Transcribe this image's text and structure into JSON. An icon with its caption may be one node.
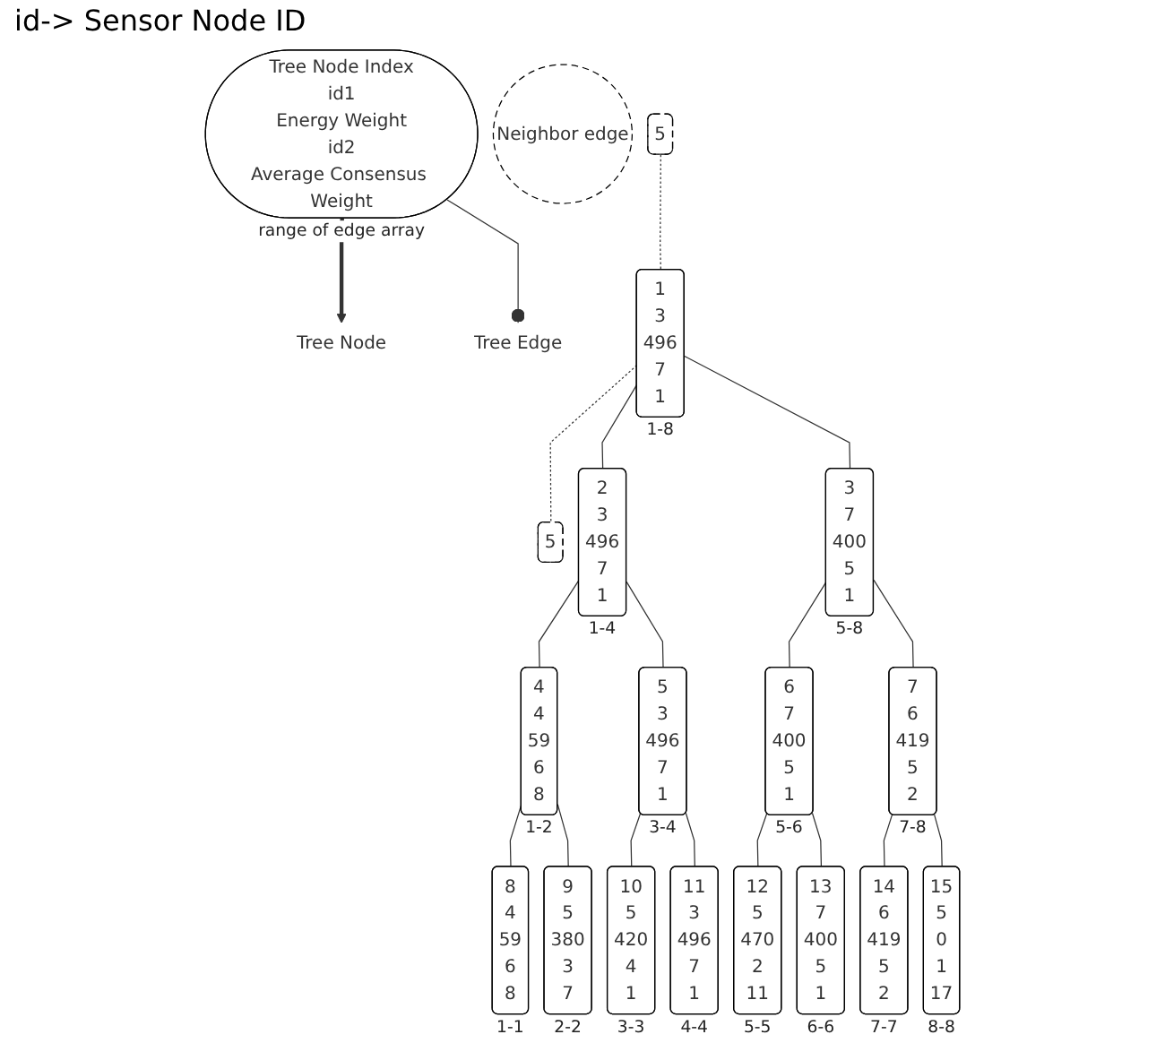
{
  "diagram": {
    "nodes": [
      {
        "text": [
          "Tree Node Index",
          "id1",
          "Energy Weight",
          "id2",
          "Average Consensus Weight"
        ],
        "beside": [
          "range of edge array"
        ]
      },
      {
        "text": [
          "Tree Node"
        ]
      },
      {
        "text": [
          "Neighbor edge"
        ]
      },
      {
        "text": [
          "Tree Edge"
        ]
      },
      {
        "text": [
          "5"
        ]
      },
      {
        "text": [
          "1",
          "3",
          "496",
          "7",
          "1"
        ],
        "beside": [
          "1-8"
        ]
      },
      {
        "text": [
          "5"
        ]
      },
      {
        "text": [
          "2",
          "3",
          "496",
          "7",
          "1"
        ],
        "beside": [
          "1-4"
        ]
      },
      {
        "text": [
          "3",
          "7",
          "400",
          "5",
          "1"
        ],
        "beside": [
          "5-8"
        ]
      },
      {
        "text": [
          "4",
          "4",
          "59",
          "6",
          "8"
        ],
        "beside": [
          "1-2"
        ]
      },
      {
        "text": [
          "5",
          "3",
          "496",
          "7",
          "1"
        ],
        "beside": [
          "3-4"
        ]
      },
      {
        "text": [
          "6",
          "7",
          "400",
          "5",
          "1"
        ],
        "beside": [
          "5-6"
        ]
      },
      {
        "text": [
          "7",
          "6",
          "419",
          "5",
          "2"
        ],
        "beside": [
          "7-8"
        ]
      },
      {
        "text": [
          "8",
          "4",
          "59",
          "6",
          "8"
        ],
        "beside": [
          "1-1"
        ]
      },
      {
        "text": [
          "9",
          "5",
          "380",
          "3",
          "7"
        ],
        "beside": [
          "2-2"
        ]
      },
      {
        "text": [
          "10",
          "5",
          "420",
          "4",
          "1"
        ],
        "beside": [
          "3-3"
        ]
      },
      {
        "text": [
          "11",
          "3",
          "496",
          "7",
          "1"
        ],
        "beside": [
          "4-4"
        ]
      },
      {
        "text": [
          "12",
          "5",
          "470",
          "2",
          "11"
        ],
        "beside": [
          "5-5"
        ]
      },
      {
        "text": [
          "13",
          "7",
          "400",
          "5",
          "1"
        ],
        "beside": [
          "6-6"
        ]
      },
      {
        "text": [
          "14",
          "6",
          "419",
          "5",
          "2"
        ],
        "beside": [
          "7-7"
        ]
      },
      {
        "text": [
          "15",
          "5",
          "0",
          "1",
          "17"
        ],
        "beside": [
          "8-8"
        ]
      }
    ],
    "edges": [
      {
        "from": 0,
        "to": 1,
        "arrow": "to",
        "style": "thick"
      },
      {
        "from": 0,
        "to": 3,
        "arrow": "other"
      },
      {
        "from": 4,
        "to": 5,
        "arrow": "none",
        "style": "dashed"
      },
      {
        "from": 5,
        "to": 6,
        "arrow": "none",
        "style": "dashed"
      },
      {
        "from": 5,
        "to": 7,
        "arrow": "none"
      },
      {
        "from": 5,
        "to": 8,
        "arrow": "none"
      },
      {
        "from": 7,
        "to": 9,
        "arrow": "none"
      },
      {
        "from": 7,
        "to": 10,
        "arrow": "none"
      },
      {
        "from": 8,
        "to": 11,
        "arrow": "none"
      },
      {
        "from": 8,
        "to": 12,
        "arrow": "none"
      },
      {
        "from": 9,
        "to": 13,
        "arrow": "none"
      },
      {
        "from": 9,
        "to": 14,
        "arrow": "none"
      },
      {
        "from": 10,
        "to": 15,
        "arrow": "none"
      },
      {
        "from": 10,
        "to": 16,
        "arrow": "none"
      },
      {
        "from": 11,
        "to": 17,
        "arrow": "none"
      },
      {
        "from": 11,
        "to": 18,
        "arrow": "none"
      },
      {
        "from": 12,
        "to": 19,
        "arrow": "none"
      },
      {
        "from": 12,
        "to": 20,
        "arrow": "none"
      }
    ],
    "labels": [
      "id-> Sensor Node ID"
    ]
  }
}
